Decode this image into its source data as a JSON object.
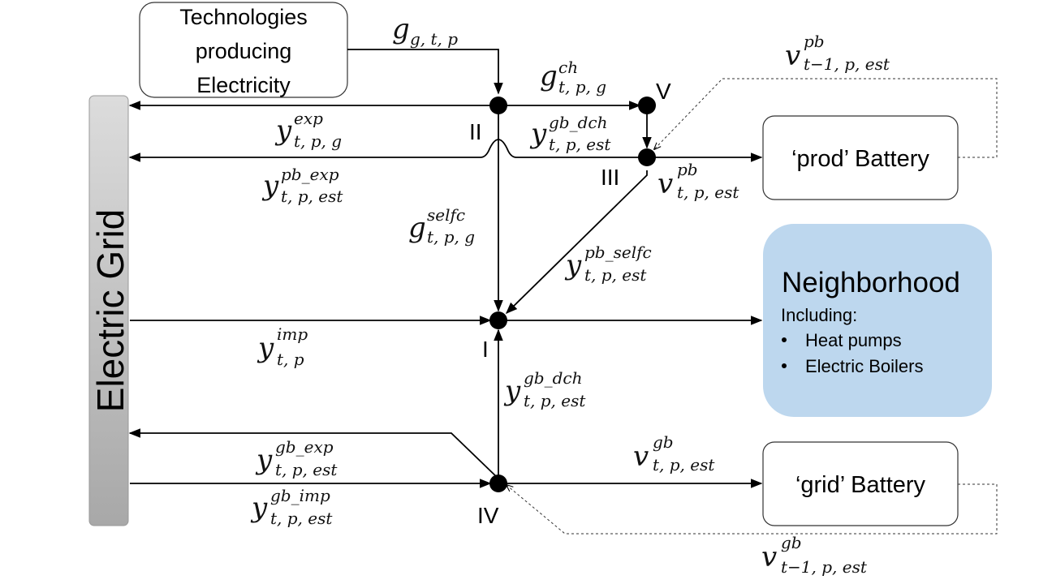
{
  "grid": {
    "label": "Electric Grid"
  },
  "boxes": {
    "tech": {
      "line1": "Technologies",
      "line2": "producing",
      "line3": "Electricity"
    },
    "prod_battery": {
      "label": "‘prod’ Battery"
    },
    "grid_battery": {
      "label": "‘grid’ Battery"
    },
    "neighborhood": {
      "title": "Neighborhood",
      "subtitle": "Including:",
      "items": [
        "Heat pumps",
        "Electric Boilers"
      ]
    }
  },
  "nodes": {
    "I": "I",
    "II": "II",
    "III": "III",
    "IV": "IV",
    "V": "V"
  },
  "labels": {
    "g_gtp": {
      "base": "g",
      "sup": "",
      "sub": "g, t, p"
    },
    "g_ch": {
      "base": "g",
      "sup": "ch",
      "sub": "t, p, g"
    },
    "y_exp": {
      "base": "y",
      "sup": "exp",
      "sub": "t, p, g"
    },
    "y_gb_dch_top": {
      "base": "y",
      "sup": "gb_dch",
      "sub": "t, p, est"
    },
    "y_pb_exp": {
      "base": "y",
      "sup": "pb_exp",
      "sub": "t, p, est"
    },
    "v_pb": {
      "base": "v",
      "sup": "pb",
      "sub": "t, p, est"
    },
    "v_pb_prev": {
      "base": "v",
      "sup": "pb",
      "sub": "t−1, p, est"
    },
    "g_selfc": {
      "base": "g",
      "sup": "selfc",
      "sub": "t, p, g"
    },
    "y_pb_selfc": {
      "base": "y",
      "sup": "pb_selfc",
      "sub": "t, p, est"
    },
    "y_imp": {
      "base": "y",
      "sup": "imp",
      "sub": "t, p"
    },
    "y_gb_dch": {
      "base": "y",
      "sup": "gb_dch",
      "sub": "t, p, est"
    },
    "y_gb_exp": {
      "base": "y",
      "sup": "gb_exp",
      "sub": "t, p, est"
    },
    "y_gb_imp": {
      "base": "y",
      "sup": "gb_imp",
      "sub": "t, p, est"
    },
    "v_gb": {
      "base": "v",
      "sup": "gb",
      "sub": "t, p, est"
    },
    "v_gb_prev": {
      "base": "v",
      "sup": "gb",
      "sub": "t−1, p, est"
    }
  },
  "colors": {
    "neighborhood_fill": "#bdd7ee",
    "grid_bar_top": "#d9d9d9",
    "grid_bar_bottom": "#a6a6a6"
  }
}
